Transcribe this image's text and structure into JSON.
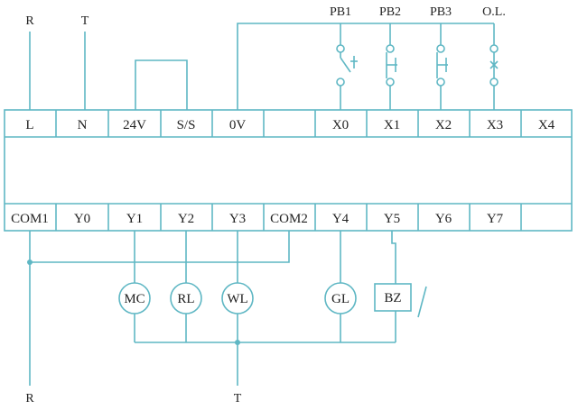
{
  "colors": {
    "line": "#5fb7c4",
    "text": "#222222",
    "background": "#ffffff"
  },
  "supply": {
    "top_r": "R",
    "top_t": "T",
    "bottom_r": "R",
    "bottom_t": "T"
  },
  "inputs": {
    "pb1": "PB1",
    "pb2": "PB2",
    "pb3": "PB3",
    "ol": "O.L."
  },
  "top_terminals": [
    "L",
    "N",
    "24V",
    "S/S",
    "0V",
    "",
    "X0",
    "X1",
    "X2",
    "X3",
    "X4"
  ],
  "bottom_terminals": [
    "COM1",
    "Y0",
    "Y1",
    "Y2",
    "Y3",
    "COM2",
    "Y4",
    "Y5",
    "Y6",
    "Y7",
    ""
  ],
  "loads": {
    "mc": "MC",
    "rl": "RL",
    "wl": "WL",
    "gl": "GL",
    "bz": "BZ"
  }
}
